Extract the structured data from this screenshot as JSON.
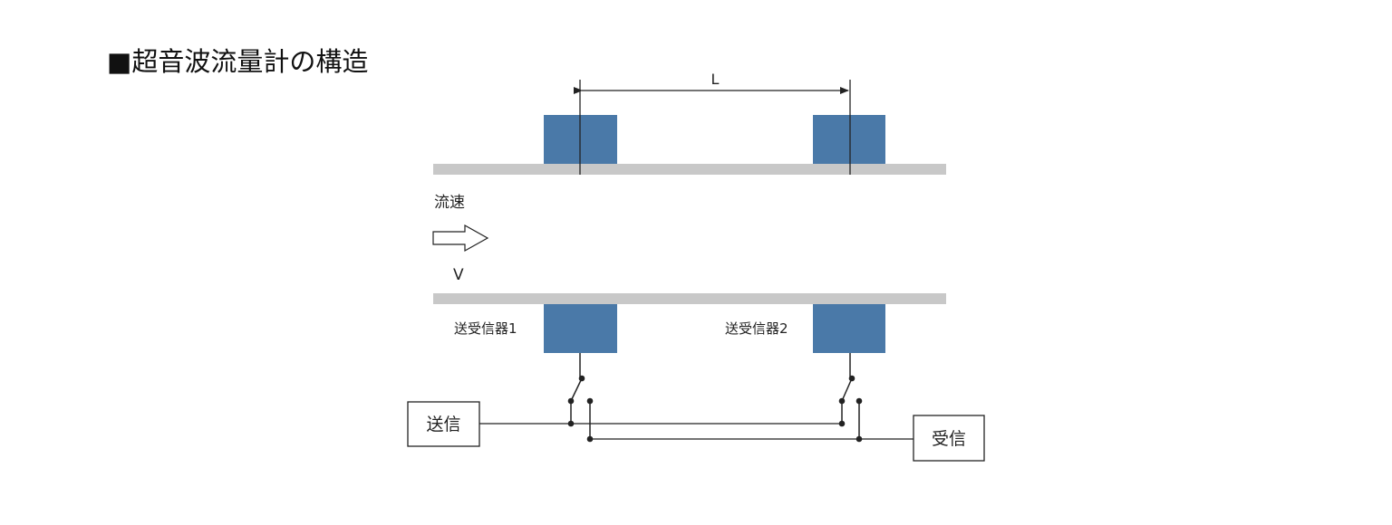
{
  "title": "■超音波流量計の構造",
  "diagram": {
    "distance_label": "L",
    "flow_label": "流速",
    "velocity_label": "V",
    "transducer_1": "送受信器1",
    "transducer_2": "送受信器2",
    "transmit_box": "送信",
    "receive_box": "受信",
    "colors": {
      "pipe_wall": "#c8c8c8",
      "transducer": "#4a79a8",
      "line": "#222222"
    }
  }
}
